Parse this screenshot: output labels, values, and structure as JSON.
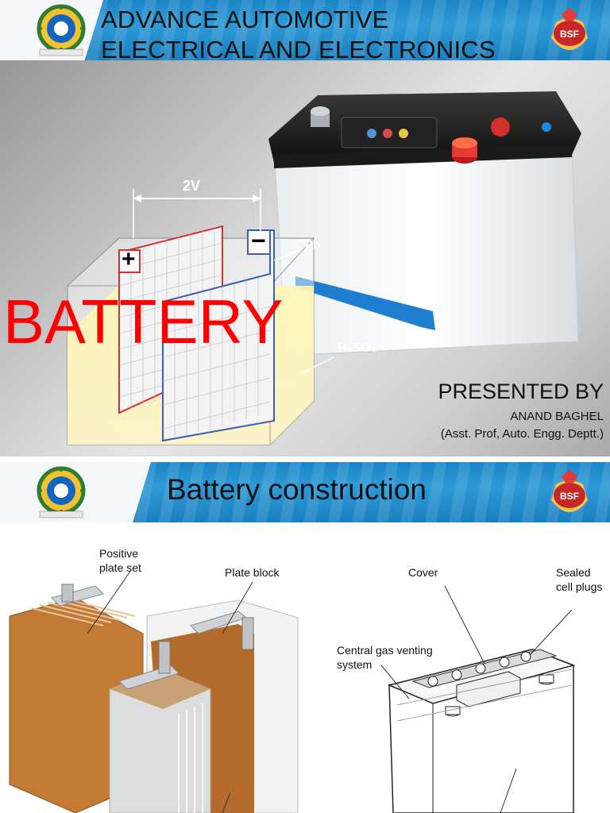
{
  "slide1": {
    "title_line1": "ADVANCE AUTOMOTIVE",
    "title_line2": "ELECTRICAL AND ELECTRONICS",
    "battery_word": "BATTERY",
    "presented_by": "PRESENTED BY",
    "presenter_name": "ANAND BAGHEL",
    "presenter_role": "(Asst. Prof, Auto. Engg. Deptt.)",
    "diagram": {
      "voltage_label": "2V",
      "plus_sign": "+",
      "minus_sign": "−",
      "pb_label": "Pb",
      "acid_label": "H₂SO₄"
    },
    "logo_left_icon": "institute-emblem-icon",
    "logo_right_icon": "bsf-emblem-icon",
    "logo_right_text": "BSF"
  },
  "slide2": {
    "title": "Battery construction",
    "labels": {
      "positive_plate_set": "Positive\nplate set",
      "plate_block": "Plate block",
      "cover": "Cover",
      "sealed_cell_plugs": "Sealed\ncell plugs",
      "central_gas_venting": "Central gas venting\nsystem"
    }
  },
  "colors": {
    "banner_blue": "#1c84c6",
    "battery_red": "#ff0000",
    "positive_red": "#e0282f",
    "negative_blue": "#3c5fb0"
  }
}
